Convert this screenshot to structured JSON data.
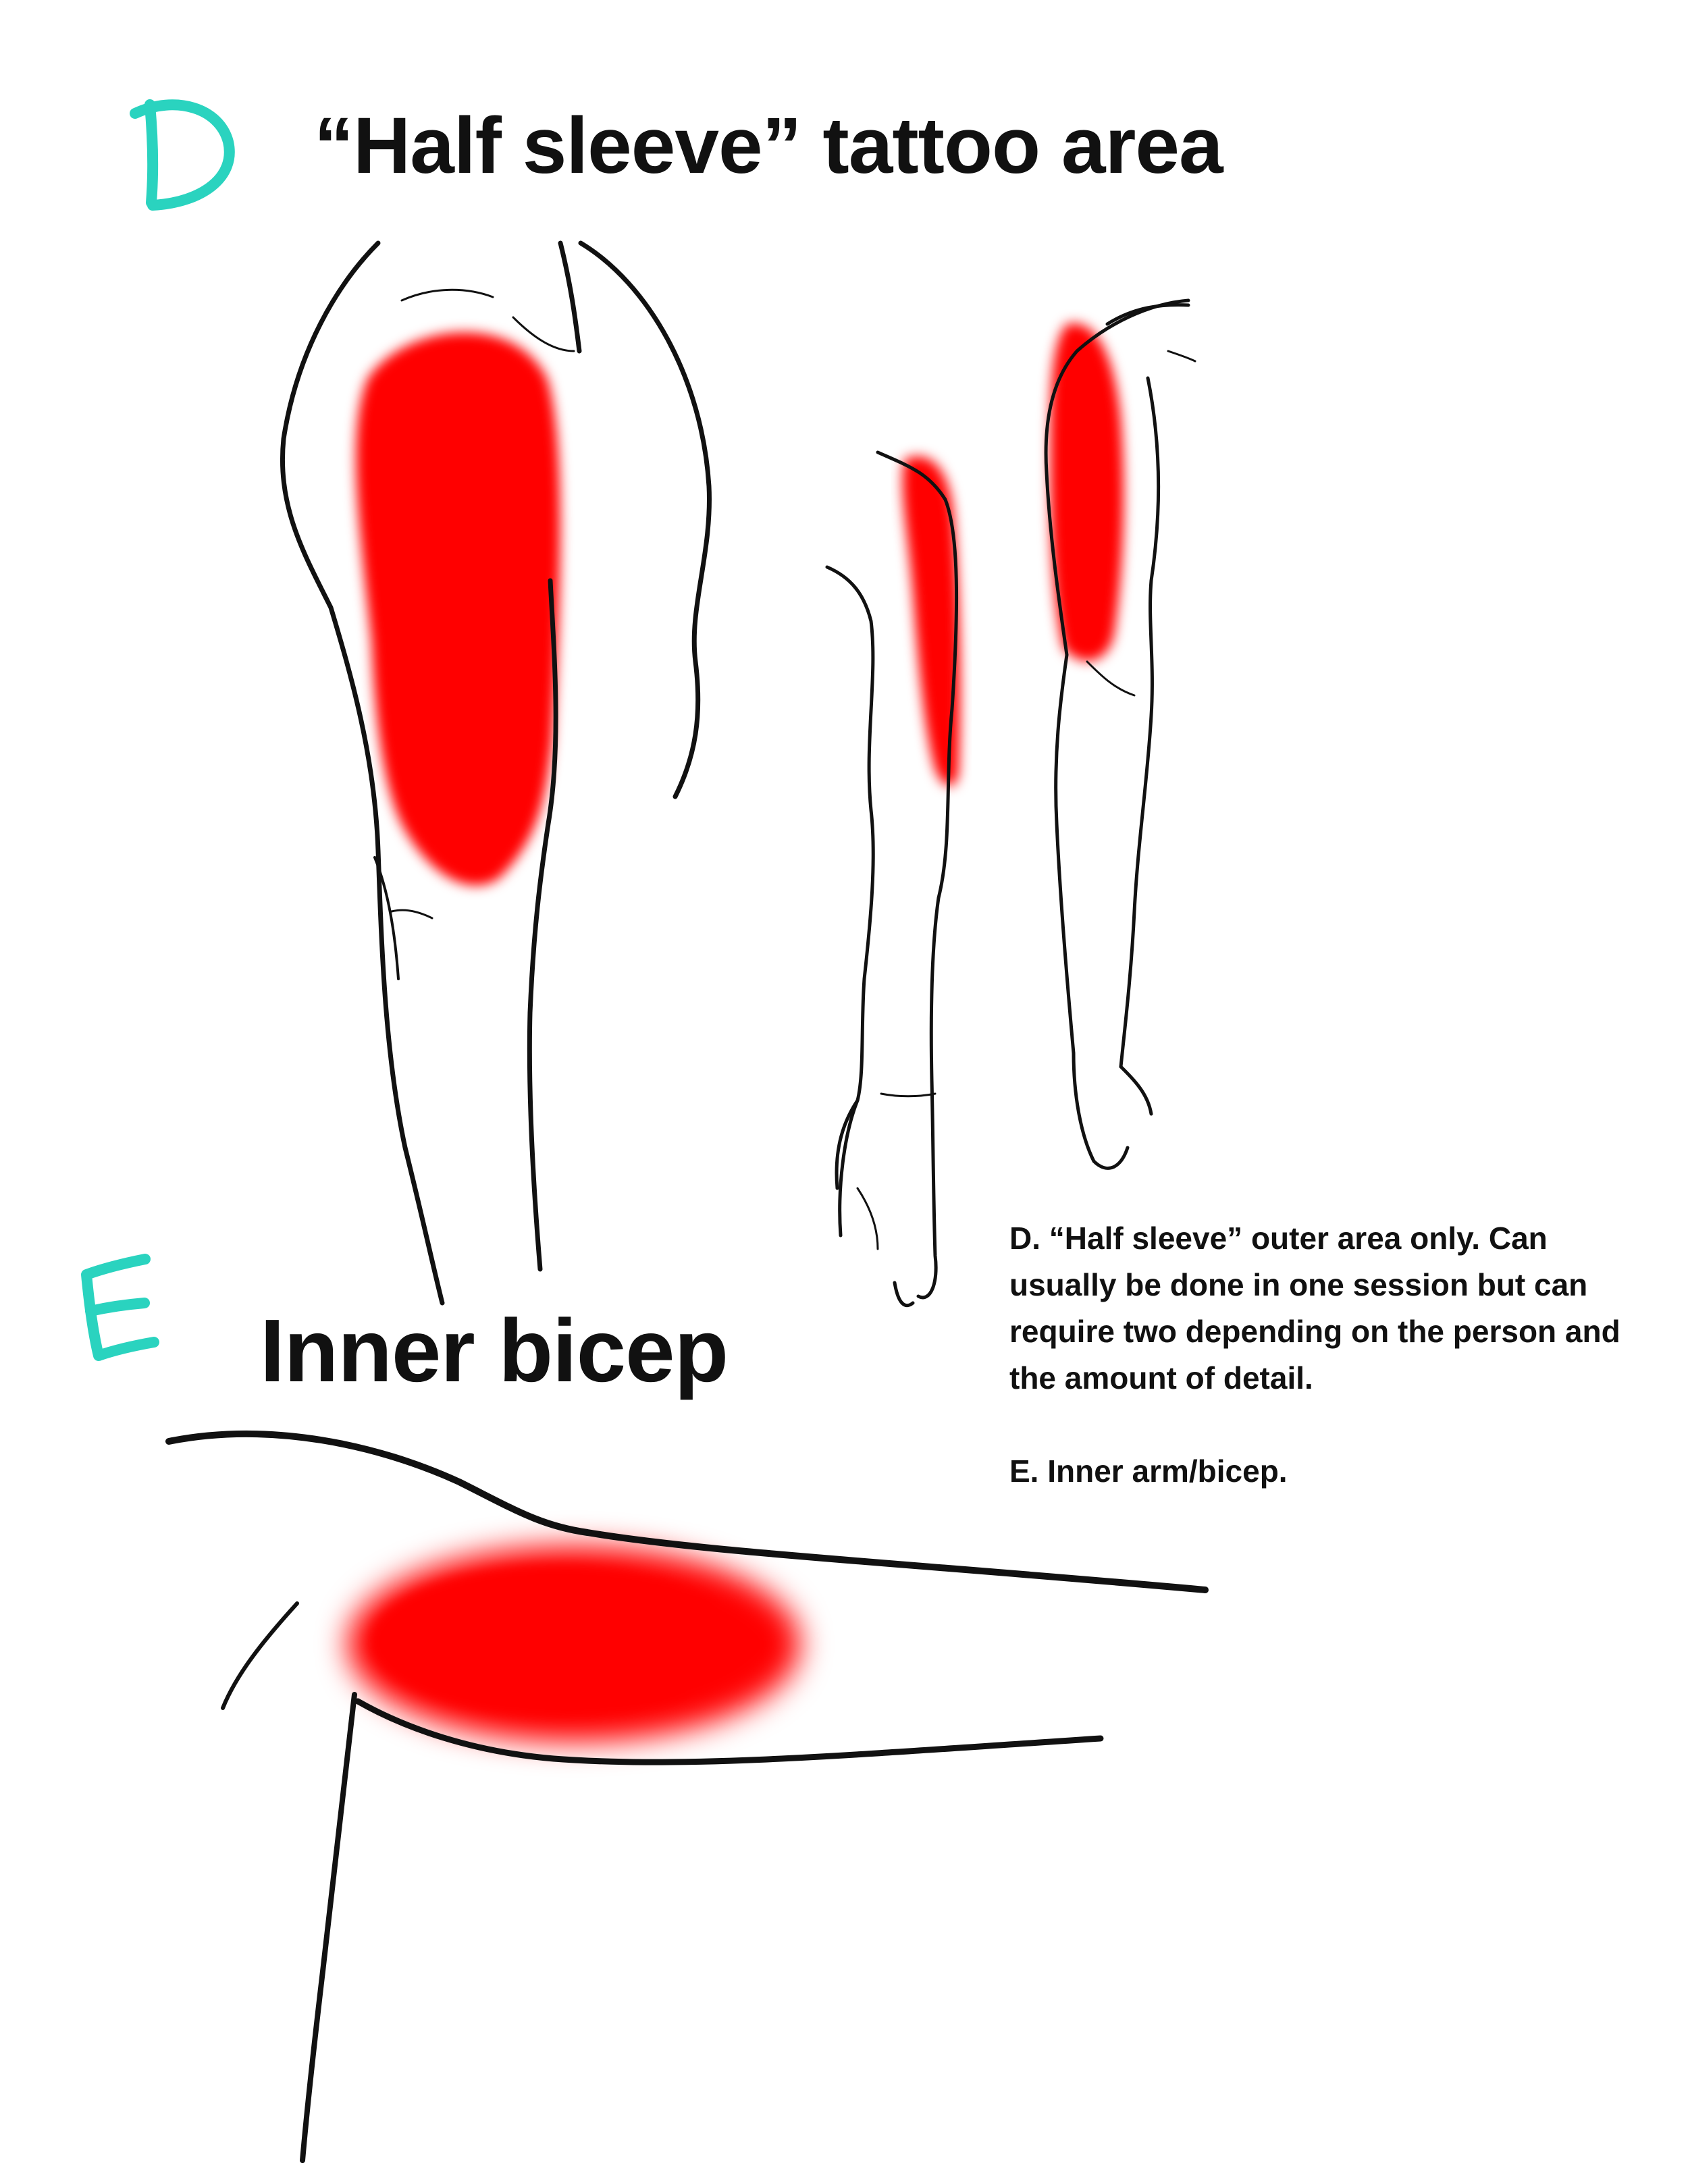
{
  "section_d": {
    "letter": "D",
    "title": "“Half sleeve” tattoo area",
    "note": "D. “Half sleeve” outer area only. Can usually be done in one session but can require two depending on the person and the amount of detail."
  },
  "section_e": {
    "letter": "E",
    "title": "Inner bicep",
    "note": "E. Inner arm/bicep."
  },
  "colors": {
    "highlight": "#ff0000",
    "letter_accent": "#2ad3bf",
    "line_art": "#111111",
    "text": "#111111"
  }
}
